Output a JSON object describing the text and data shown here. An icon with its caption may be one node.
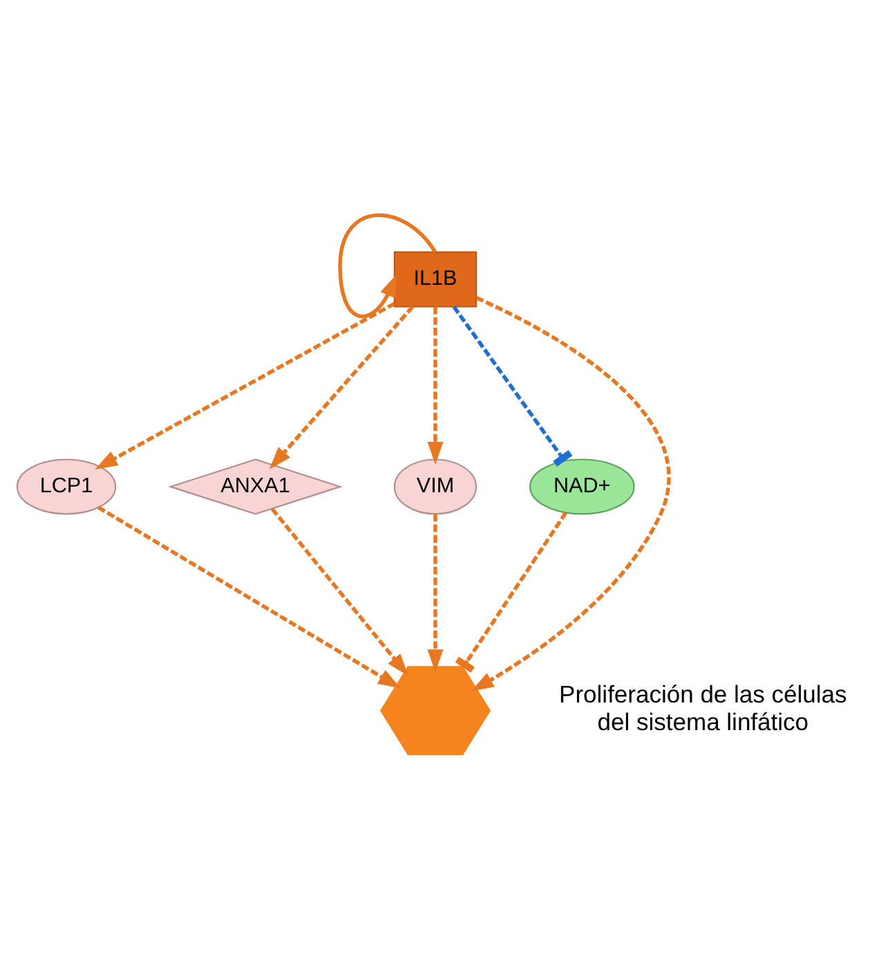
{
  "diagram": {
    "nodes": [
      {
        "text": [
          "IL1B"
        ]
      },
      {
        "text": [
          "LCP1"
        ]
      },
      {
        "text": [
          "ANXA1"
        ]
      },
      {
        "text": [
          "VIM"
        ]
      },
      {
        "text": [
          "NAD+"
        ]
      },
      {
        "text": [
          "Proliferación de las células del sistema linfático"
        ]
      }
    ],
    "edges": [
      {
        "from": 0,
        "to": 0,
        "arrow": "to"
      },
      {
        "from": 0,
        "to": 1,
        "arrow": "to",
        "style": "dashed"
      },
      {
        "from": 0,
        "to": 2,
        "arrow": "to",
        "style": "dashed"
      },
      {
        "from": 0,
        "to": 5,
        "arrow": "to",
        "style": "dashed"
      },
      {
        "from": 0,
        "to": 3,
        "arrow": "to",
        "style": "dashed"
      },
      {
        "from": 0,
        "to": 4,
        "arrow": "other",
        "style": "dashed",
        "color": "#1f6fd0"
      },
      {
        "from": 1,
        "to": 5,
        "arrow": "to",
        "style": "dashed"
      },
      {
        "from": 2,
        "to": 5,
        "arrow": "to",
        "style": "dashed"
      },
      {
        "from": 3,
        "to": 5,
        "arrow": "to",
        "style": "dashed"
      },
      {
        "from": 4,
        "to": 5,
        "arrow": "other",
        "style": "dashed"
      }
    ]
  }
}
